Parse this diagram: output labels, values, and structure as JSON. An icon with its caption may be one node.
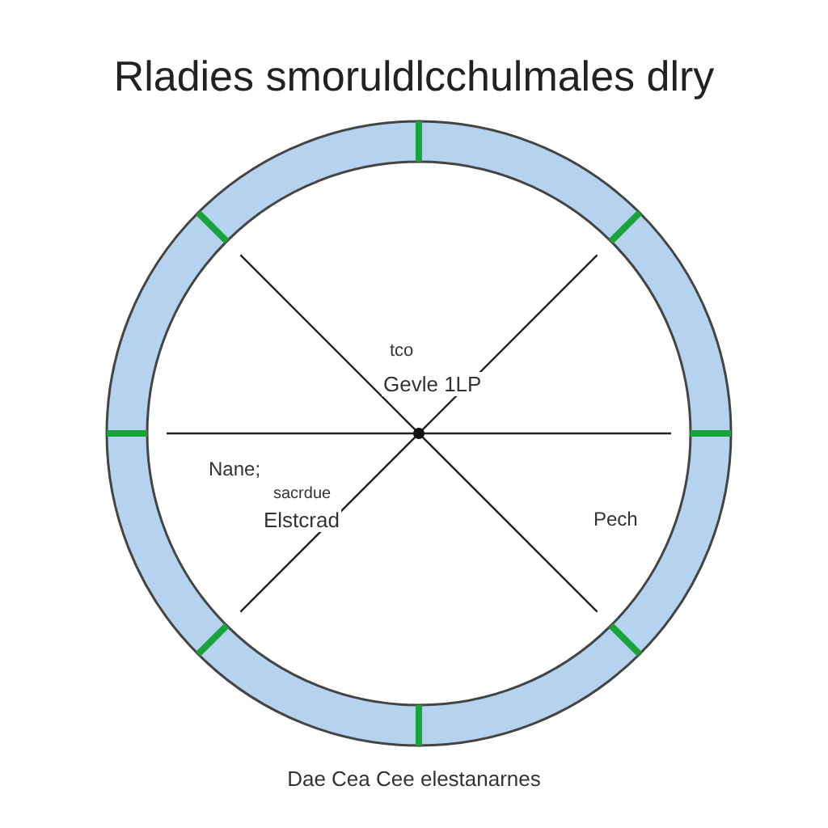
{
  "diagram": {
    "title": "Rladies smoruldlcchulmales dlry",
    "caption": "Dae Cea Cee elestanarnes",
    "labels": [
      "tco",
      "Gevle 1LP",
      "Nane;",
      "sacrdue",
      "Elstcrad",
      "Pech"
    ]
  }
}
